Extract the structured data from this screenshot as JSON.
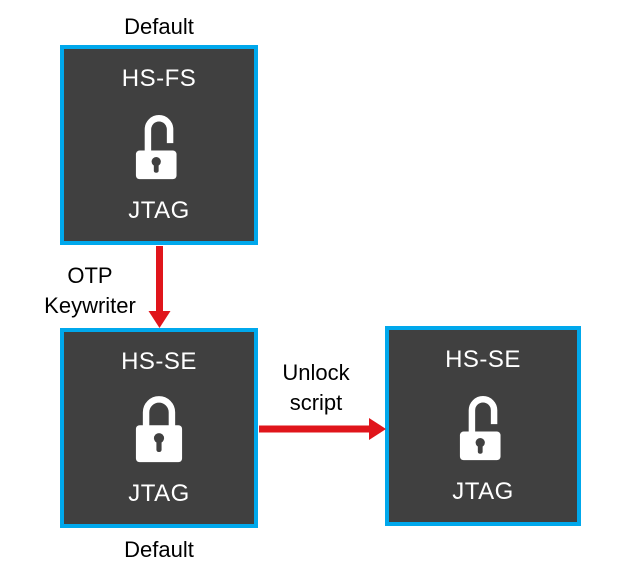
{
  "colors": {
    "box_fill": "#404040",
    "box_border": "#00A8EC",
    "box_text": "#FFFFFF",
    "label_text": "#000000",
    "arrow": "#E0151B"
  },
  "diagram": {
    "nodes": [
      {
        "name": "HS-FS",
        "jtag": "JTAG",
        "lock_state": "unlocked",
        "caption": "Default",
        "caption_position": "above"
      },
      {
        "name": "HS-SE",
        "jtag": "JTAG",
        "lock_state": "locked",
        "caption": "Default",
        "caption_position": "below"
      },
      {
        "name": "HS-SE",
        "jtag": "JTAG",
        "lock_state": "unlocked"
      }
    ],
    "edges": [
      {
        "direction": "down",
        "from": 0,
        "to": 1,
        "label_lines": [
          "OTP",
          "Keywriter"
        ]
      },
      {
        "direction": "right",
        "from": 1,
        "to": 2,
        "label_lines": [
          "Unlock",
          "script"
        ]
      }
    ]
  }
}
